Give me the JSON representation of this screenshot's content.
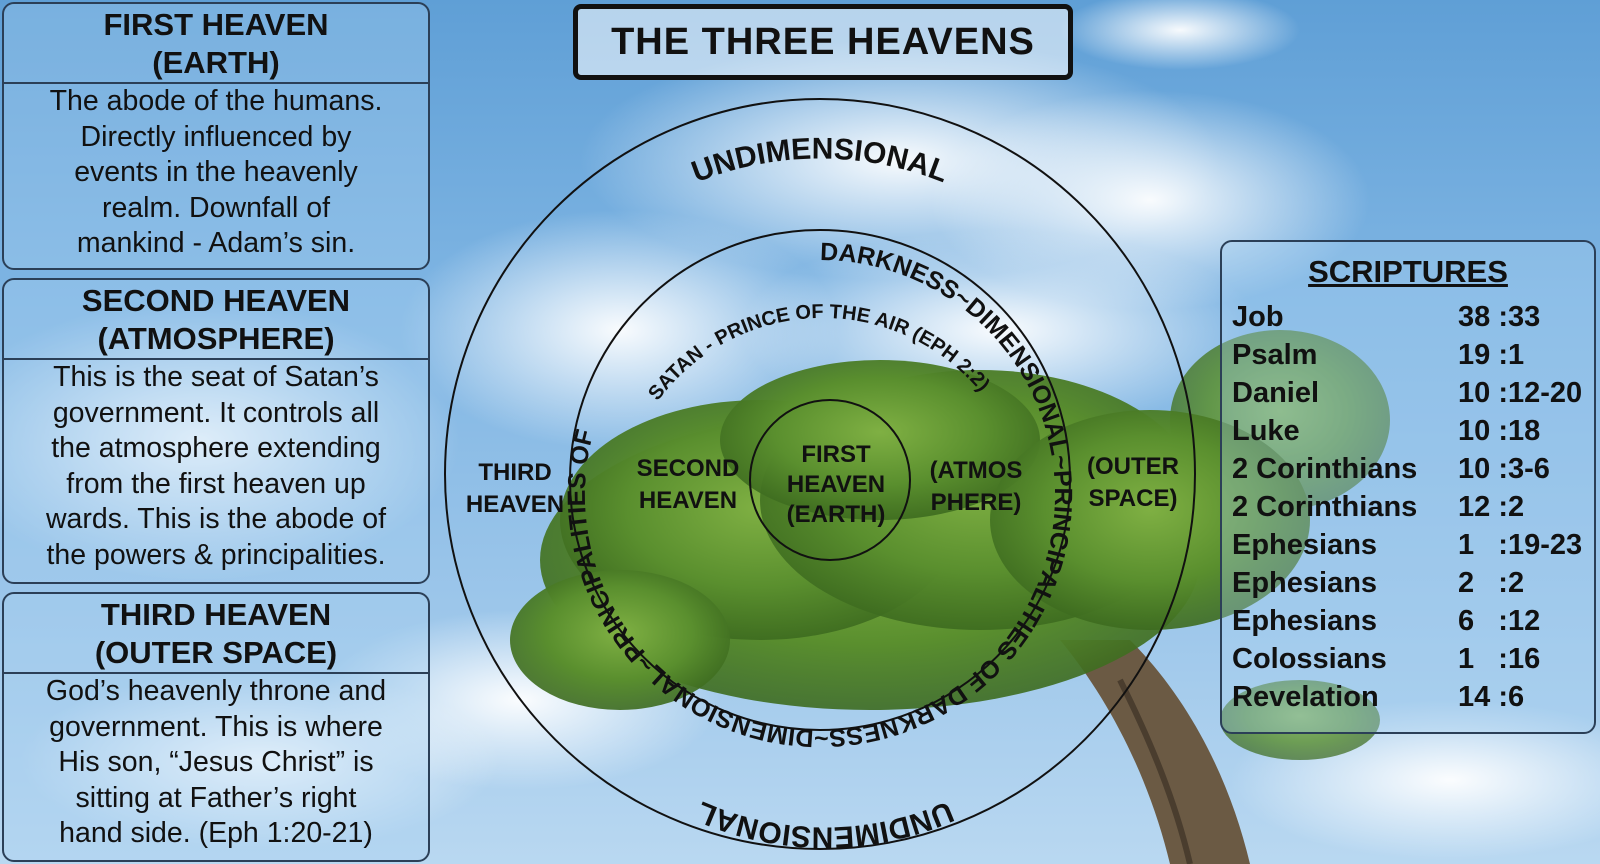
{
  "title": "THE THREE HEAVENS",
  "panels": [
    {
      "heading": [
        "FIRST HEAVEN",
        "(EARTH)"
      ],
      "body": [
        "The abode of the humans.",
        "Directly influenced by",
        "events in the heavenly",
        "realm. Downfall of",
        "mankind - Adam’s sin."
      ]
    },
    {
      "heading": [
        "SECOND HEAVEN",
        "(ATMOSPHERE)"
      ],
      "body": [
        "This is the seat of Satan’s",
        "government. It controls all",
        "the atmosphere extending",
        "from the first heaven up",
        "wards. This is the abode of",
        "the powers & principalities."
      ]
    },
    {
      "heading": [
        "THIRD HEAVEN",
        "(OUTER SPACE)"
      ],
      "body": [
        "God’s heavenly throne and",
        "government. This is where",
        "His son, “Jesus Christ” is",
        "sitting at Father’s right",
        "hand side. (Eph 1:20-21)"
      ]
    }
  ],
  "diagram": {
    "outer_top": "UNDIMENSIONAL",
    "outer_bottom": "UNDIMENSIONAL",
    "middle_ring": "DARKNESS~DIMENSIONAL~PRINCIPALITIES OF DARKNESS~DIMENSIONAL~PRINCIPALITIES OF",
    "satan_arc": "SATAN - PRINCE OF THE AIR (EPH 2:2)",
    "third_heaven": [
      "THIRD",
      "HEAVEN"
    ],
    "outer_space": [
      "(OUTER",
      "SPACE)"
    ],
    "second_heaven": [
      "SECOND",
      "HEAVEN"
    ],
    "atmosphere": [
      "(ATMOS",
      "PHERE)"
    ],
    "first_heaven": [
      "FIRST",
      "HEAVEN",
      "(EARTH)"
    ]
  },
  "scriptures": {
    "heading": "SCRIPTURES",
    "rows": [
      {
        "book": "Job",
        "ref": "38 :33"
      },
      {
        "book": "Psalm",
        "ref": "19 :1"
      },
      {
        "book": "Daniel",
        "ref": "10 :12-20"
      },
      {
        "book": "Luke",
        "ref": "10 :18"
      },
      {
        "book": "2 Corinthians",
        "ref": "10 :3-6"
      },
      {
        "book": "2 Corinthians",
        "ref": "12 :2"
      },
      {
        "book": "Ephesians",
        "ref": "1   :19-23"
      },
      {
        "book": "Ephesians",
        "ref": "2   :2"
      },
      {
        "book": "Ephesians",
        "ref": "6   :12"
      },
      {
        "book": "Colossians",
        "ref": "1   :16"
      },
      {
        "book": "Revelation",
        "ref": "14 :6"
      }
    ]
  },
  "colors": {
    "sky": "#7fb5e3",
    "tree": "#5a8f2e",
    "outline": "#111111"
  }
}
